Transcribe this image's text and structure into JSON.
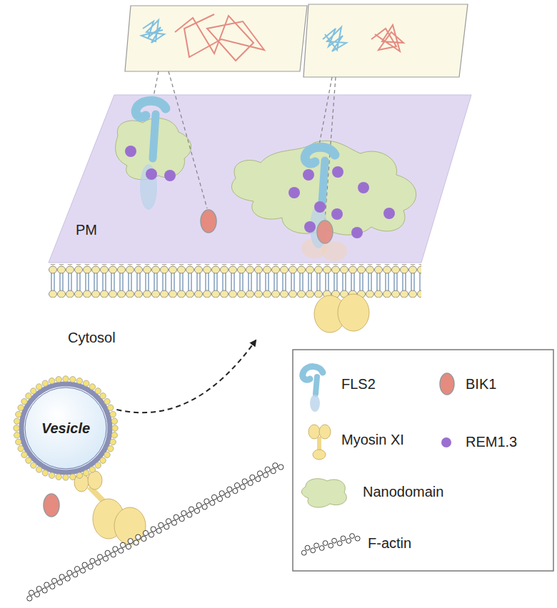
{
  "diagram": {
    "nodes": [
      {
        "text": [
          "PM"
        ]
      },
      {
        "text": [
          "Vesicle"
        ]
      }
    ],
    "edges": [
      {
        "from": 1,
        "to": 0,
        "arrow": "to"
      }
    ],
    "labels": [
      "Cytosol"
    ],
    "legend": [
      {
        "text": "FLS2"
      },
      {
        "text": "BIK1"
      },
      {
        "text": "Myosin XI"
      },
      {
        "text": "REM1.3"
      },
      {
        "text": "Nanodomain"
      },
      {
        "text": "F-actin"
      }
    ]
  }
}
